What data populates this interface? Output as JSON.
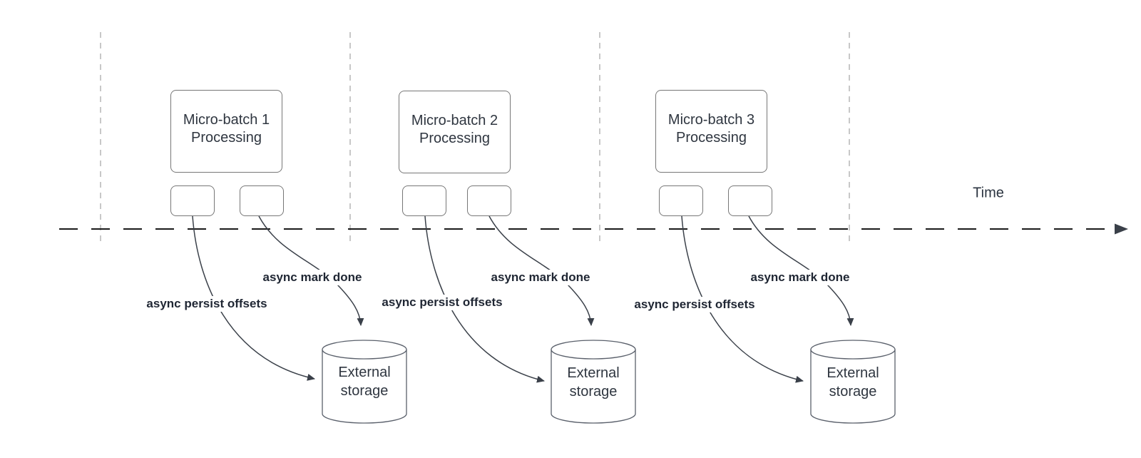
{
  "diagram": {
    "type": "micro-batch-processing-timeline",
    "time_axis_label": "Time",
    "batches": [
      {
        "name": "Micro-batch 1\nProcessing",
        "persist_label": "async persist offsets",
        "mark_done_label": "async mark done",
        "storage_label": "External\nstorage"
      },
      {
        "name": "Micro-batch 2\nProcessing",
        "persist_label": "async persist offsets",
        "mark_done_label": "async mark done",
        "storage_label": "External\nstorage"
      },
      {
        "name": "Micro-batch 3\nProcessing",
        "persist_label": "async persist offsets",
        "mark_done_label": "async mark done",
        "storage_label": "External\nstorage"
      }
    ],
    "colors": {
      "canvas_background": "#ffffff",
      "shape_border": "#777777",
      "connector_stroke": "#3a4049",
      "phase_divider": "#b5b5b5",
      "timeline_stroke": "#1a1a1a",
      "shape_text": "#2f3640",
      "edge_label_text": "#1f2633"
    }
  }
}
